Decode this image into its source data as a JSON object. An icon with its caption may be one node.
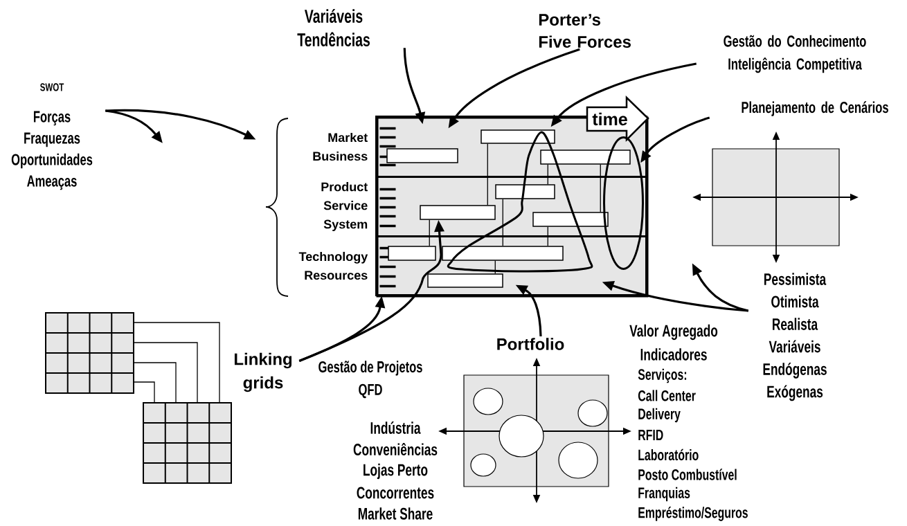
{
  "diagram": {
    "nodes": [
      {
        "text": [
          "SWOT",
          "Forças",
          "Fraquezas",
          "Oportunidades",
          "Ameaças"
        ]
      },
      {
        "text": [
          "Variáveis",
          "Tendências"
        ]
      },
      {
        "text": [
          "Porter’s Five Forces"
        ]
      },
      {
        "text": [
          "Gestão do Conhecimento",
          "Inteligência Competitiva"
        ]
      },
      {
        "text": [
          "Planejamento de Cenários"
        ]
      },
      {
        "text": [],
        "shape": "brace"
      },
      {
        "text": [],
        "shape": "box"
      },
      {
        "text": [
          "Market Business"
        ],
        "in": 6
      },
      {
        "text": [
          "Product Service System"
        ],
        "in": 6
      },
      {
        "text": [
          "Technology Resources"
        ],
        "in": 6
      },
      {
        "text": [
          "time"
        ]
      },
      {
        "text": [],
        "shape": "bar",
        "in": 7
      },
      {
        "text": [],
        "shape": "bar",
        "in": 7
      },
      {
        "text": [],
        "shape": "bar",
        "in": 7
      },
      {
        "text": [],
        "shape": "bar",
        "in": 8
      },
      {
        "text": [],
        "shape": "bar",
        "in": 8
      },
      {
        "text": [],
        "shape": "bar",
        "in": 8
      },
      {
        "text": [],
        "shape": "bar",
        "in": 9
      },
      {
        "text": [],
        "shape": "bar",
        "in": 9
      },
      {
        "text": [],
        "shape": "bar",
        "in": 9
      },
      {
        "text": [],
        "shape": "ellipse",
        "in": 6
      },
      {
        "text": [],
        "shape": "box"
      },
      {
        "text": [
          "Pessimista",
          "Otimista",
          "Realista",
          "Variáveis",
          "Endógenas",
          "Exógenas"
        ]
      },
      {
        "text": [
          "Portfolio"
        ]
      },
      {
        "text": [],
        "shape": "box"
      },
      {
        "text": [
          "Linking grids"
        ]
      },
      {
        "text": [],
        "shape": "grid"
      },
      {
        "text": [],
        "shape": "grid"
      }
    ],
    "edges": [
      {
        "from": 0,
        "to": null,
        "arrow": "to"
      },
      {
        "from": 0,
        "to": 5,
        "arrow": "to"
      },
      {
        "from": 1,
        "to": 6,
        "arrow": "to"
      },
      {
        "from": 2,
        "to": 6,
        "arrow": "to"
      },
      {
        "from": 3,
        "to": 6,
        "arrow": "to"
      },
      {
        "from": 4,
        "to": 20,
        "arrow": "to"
      },
      {
        "from": 22,
        "to": 6,
        "arrow": "to"
      },
      {
        "from": 22,
        "to": 21,
        "arrow": "to"
      },
      {
        "from": 23,
        "to": 6,
        "arrow": "to"
      },
      {
        "from": 25,
        "to": 6,
        "arrow": "to"
      },
      {
        "from": 25,
        "to": 15,
        "arrow": "to"
      },
      {
        "from": 11,
        "to": 15,
        "arrow": "none"
      },
      {
        "from": 13,
        "to": 14,
        "arrow": "none"
      },
      {
        "from": 13,
        "to": 16,
        "arrow": "none"
      },
      {
        "from": 14,
        "to": 18,
        "arrow": "none"
      },
      {
        "from": 15,
        "to": 17,
        "arrow": "none"
      },
      {
        "from": 16,
        "to": 18,
        "arrow": "none"
      },
      {
        "from": 18,
        "to": 19,
        "arrow": "none"
      },
      {
        "from": 26,
        "to": 27,
        "arrow": "none"
      },
      {
        "from": 26,
        "to": 27,
        "arrow": "none"
      },
      {
        "from": 26,
        "to": 27,
        "arrow": "none"
      },
      {
        "from": 26,
        "to": 27,
        "arrow": "none"
      }
    ],
    "labels": [
      "Valor Agregado",
      "Indicadores",
      "Gestão de Projetos",
      "QFD",
      "Serviços:",
      "Call Center",
      "Delivery",
      "RFID",
      "Laboratório",
      "Posto Combustível",
      "Franquias",
      "Empréstimo/Seguros",
      "Indústria",
      "Conveniências",
      "Lojas Perto",
      "Concorrentes",
      "Market Share"
    ]
  }
}
